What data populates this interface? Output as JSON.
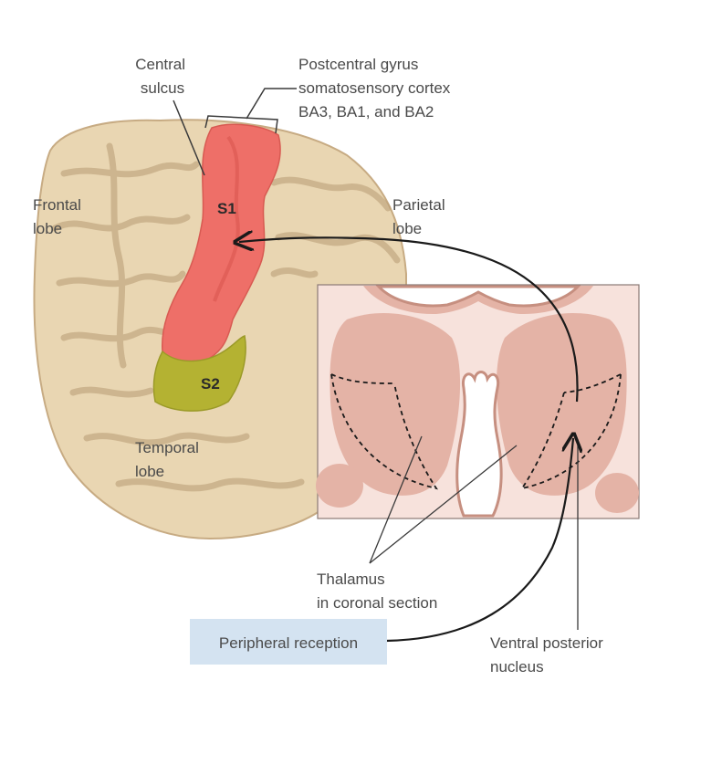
{
  "labels": {
    "central_sulcus": [
      "Central",
      "sulcus"
    ],
    "postcentral": [
      "Postcentral gyrus",
      "somatosensory cortex",
      "BA3, BA1, and BA2"
    ],
    "frontal_lobe": [
      "Frontal",
      "lobe"
    ],
    "parietal_lobe": [
      "Parietal",
      "lobe"
    ],
    "temporal_lobe": [
      "Temporal",
      "lobe"
    ],
    "s1": "S1",
    "s2": "S2",
    "thalamus": [
      "Thalamus",
      "in coronal section"
    ],
    "peripheral_reception": "Peripheral reception",
    "ventral_posterior": [
      "Ventral posterior",
      "nucleus"
    ]
  },
  "colors": {
    "s1_region": "#ee6f68",
    "s2_region": "#b4b232",
    "brain_base": "#e9d6b2",
    "brain_shadow": "#b79b73",
    "thalamus_bg": "#f7e2dc",
    "thalamus_mass": "#e4b3a6",
    "peripheral_box": "#d4e3f1"
  }
}
